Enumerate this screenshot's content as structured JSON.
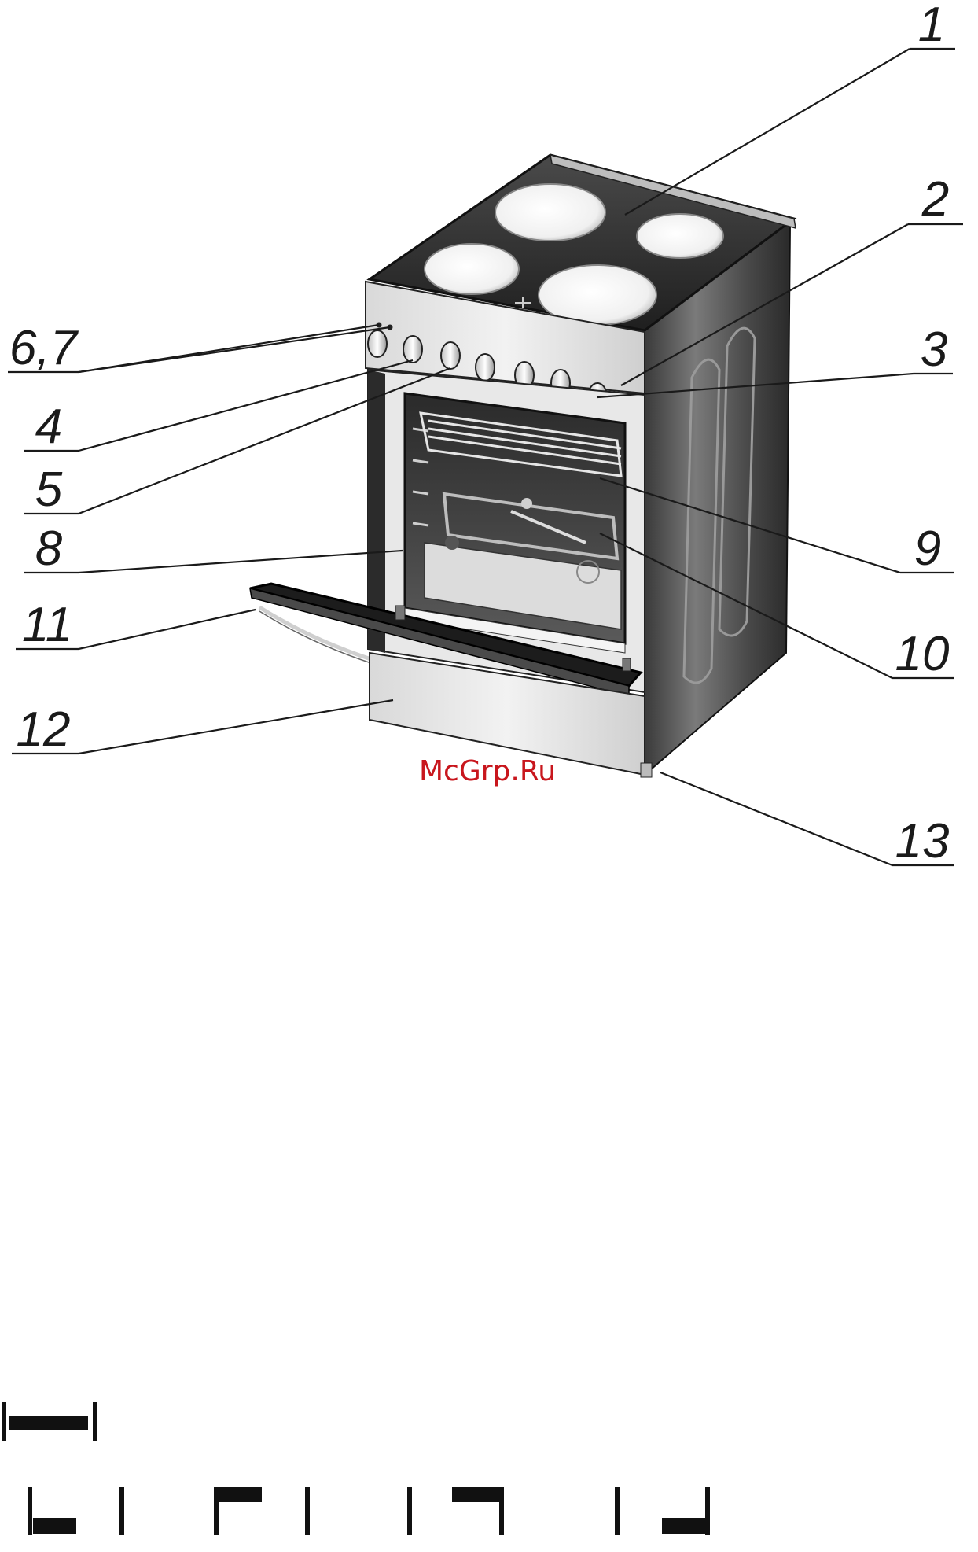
{
  "watermark": "McGrp.Ru",
  "callouts": [
    {
      "id": "1",
      "label": "1"
    },
    {
      "id": "2",
      "label": "2"
    },
    {
      "id": "3",
      "label": "3"
    },
    {
      "id": "4",
      "label": "4"
    },
    {
      "id": "5",
      "label": "5"
    },
    {
      "id": "6-7",
      "label": "6,7"
    },
    {
      "id": "8",
      "label": "8"
    },
    {
      "id": "9",
      "label": "9"
    },
    {
      "id": "10",
      "label": "10"
    },
    {
      "id": "11",
      "label": "11"
    },
    {
      "id": "12",
      "label": "12"
    },
    {
      "id": "13",
      "label": "13"
    }
  ]
}
